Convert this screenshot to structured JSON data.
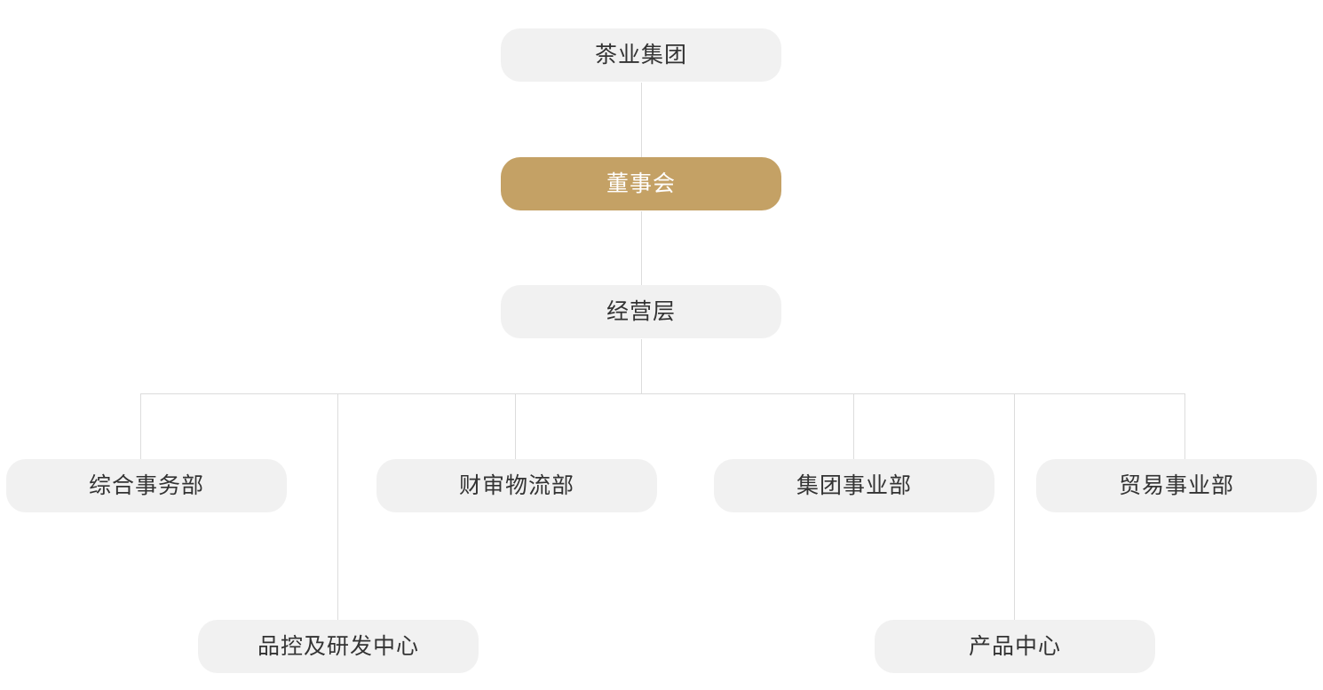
{
  "org_chart": {
    "root": {
      "label": "茶业集团"
    },
    "board": {
      "label": "董事会",
      "accent_color": "#c4a165"
    },
    "management": {
      "label": "经营层"
    },
    "departments": [
      {
        "label": "综合事务部"
      },
      {
        "label": "品控及研发中心"
      },
      {
        "label": "财审物流部"
      },
      {
        "label": "集团事业部"
      },
      {
        "label": "产品中心"
      },
      {
        "label": "贸易事业部"
      }
    ]
  }
}
